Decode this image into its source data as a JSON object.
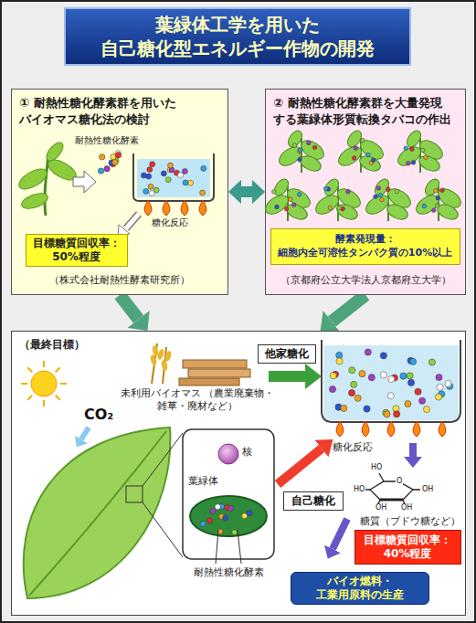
{
  "diagram": {
    "title": "葉緑体工学を用いた 自己糖化型エネルギー作物の開発",
    "nodes": [
      {
        "text": [
          "① 耐熱性糖化酵素群を用いた バイオマス糖化法の検討",
          "（株式会社耐熱性酵素研究所）"
        ]
      },
      {
        "text": [
          "目標糖質回収率： 50%程度"
        ],
        "in": 0
      },
      {
        "text": [
          "② 耐熱性糖化酵素群を大量発現 する葉緑体形質転換タバコの作出",
          "（京都府公立大学法人京都府立大学）"
        ]
      },
      {
        "text": [
          "酵素発現量： 細胞内全可溶性タンパク質の10%以上"
        ],
        "in": 2
      },
      {
        "text": [
          "（最終目標）"
        ]
      },
      {
        "text": [
          "他家糖化"
        ],
        "in": 4
      },
      {
        "text": [
          "自己糖化"
        ],
        "in": 4
      },
      {
        "text": [
          "目標糖質回収率： 40%程度"
        ],
        "in": 4
      },
      {
        "text": [
          "バイオ燃料・ 工業用原料の生産"
        ],
        "in": 4
      }
    ],
    "edges": [
      {
        "from": 0,
        "to": 2,
        "arrow": "both"
      },
      {
        "from": 0,
        "to": 4,
        "arrow": "to"
      },
      {
        "from": 2,
        "to": 4,
        "arrow": "to"
      }
    ],
    "labels": [
      "耐熱性糖化酵素",
      "糖化反応",
      "CO₂",
      "未利用バイオマス （農業廃棄物・雑草・廃材など）",
      "核",
      "葉緑体",
      "耐熱性糖化酵素",
      "糖化反応",
      "HO",
      "O",
      "HO",
      "OH",
      "OH",
      "OH",
      "糖質（ブドウ糖など）"
    ]
  }
}
